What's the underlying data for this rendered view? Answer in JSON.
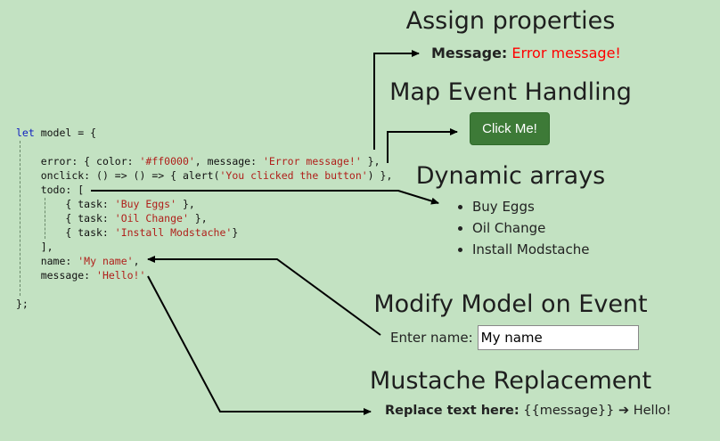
{
  "code": {
    "line1_kw": "let",
    "line1_rest": " model = {",
    "error_pre": "error: { color: ",
    "error_color": "'#ff0000'",
    "error_mid": ", message: ",
    "error_msg": "'Error message!'",
    "error_post": " },",
    "onclick_pre": "onclick: () => () => { alert(",
    "onclick_str": "'You clicked the button'",
    "onclick_post": ") },",
    "todo_open": "todo: [",
    "task_pre": "{ task: ",
    "tasks": [
      "'Buy Eggs'",
      "'Oil Change'",
      "'Install Modstache'"
    ],
    "task_post": [
      " },",
      " },",
      "}"
    ],
    "todo_close": "],",
    "name_pre": "name: ",
    "name_str": "'My name'",
    "name_post": ",",
    "message_pre": "message: ",
    "message_str": "'Hello!'",
    "close": "};"
  },
  "sections": {
    "assign": {
      "title": "Assign properties",
      "label": "Message:",
      "value": "Error message!",
      "value_color": "#ff0000"
    },
    "events": {
      "title": "Map Event Handling",
      "button_label": "Click Me!",
      "button_color": "#3d7a37"
    },
    "arrays": {
      "title": "Dynamic arrays",
      "items": [
        "Buy Eggs",
        "Oil Change",
        "Install Modstache"
      ]
    },
    "modify": {
      "title": "Modify Model on Event",
      "label": "Enter name:",
      "input_value": "My name"
    },
    "mustache": {
      "title": "Mustache Replacement",
      "label": "Replace text here:",
      "template": "{{message}}",
      "arrow": "➔",
      "result": "Hello!"
    }
  },
  "colors": {
    "background": "#c3e2c2",
    "string": "#b0201b",
    "keyword": "#1020c0"
  }
}
